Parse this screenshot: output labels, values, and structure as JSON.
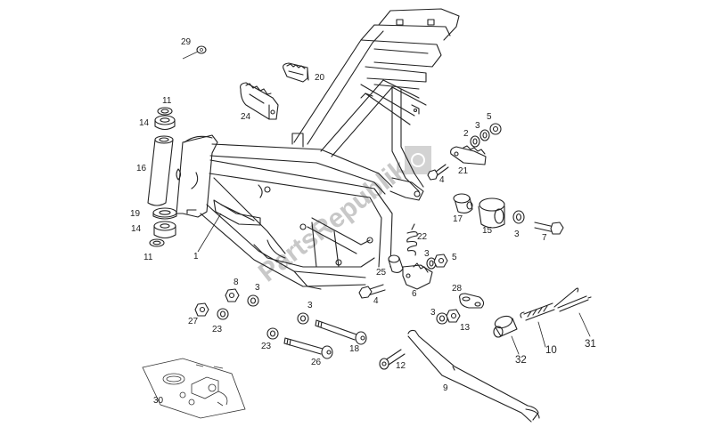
{
  "diagram": {
    "title": "Frame exploded view",
    "watermark": "PartsRepublik",
    "callouts": [
      {
        "id": "c29",
        "text": "29",
        "part": "fastener-clip"
      },
      {
        "id": "c20",
        "text": "20",
        "part": "footpeg-right"
      },
      {
        "id": "c24",
        "text": "24",
        "part": "footpeg-left"
      },
      {
        "id": "c11a",
        "text": "11",
        "part": "steering-bearing-seal-top"
      },
      {
        "id": "c14a",
        "text": "14",
        "part": "steering-bearing-top"
      },
      {
        "id": "c16",
        "text": "16",
        "part": "steering-tube-bushing"
      },
      {
        "id": "c19",
        "text": "19",
        "part": "washer"
      },
      {
        "id": "c14b",
        "text": "14",
        "part": "steering-bearing-bottom"
      },
      {
        "id": "c11b",
        "text": "11",
        "part": "steering-bearing-seal-bottom"
      },
      {
        "id": "c1",
        "text": "1",
        "part": "frame"
      },
      {
        "id": "c5a",
        "text": "5",
        "part": "nut"
      },
      {
        "id": "c3a",
        "text": "3",
        "part": "washer"
      },
      {
        "id": "c2",
        "text": "2",
        "part": "spacer"
      },
      {
        "id": "c4a",
        "text": "4",
        "part": "bolt"
      },
      {
        "id": "c21",
        "text": "21",
        "part": "passenger-footpeg"
      },
      {
        "id": "c17",
        "text": "17",
        "part": "bushing"
      },
      {
        "id": "c15",
        "text": "15",
        "part": "spacer-bush"
      },
      {
        "id": "c3b",
        "text": "3",
        "part": "washer"
      },
      {
        "id": "c7",
        "text": "7",
        "part": "bolt"
      },
      {
        "id": "c22",
        "text": "22",
        "part": "spring"
      },
      {
        "id": "c3c",
        "text": "3",
        "part": "washer"
      },
      {
        "id": "c5b",
        "text": "5",
        "part": "nut"
      },
      {
        "id": "c25",
        "text": "25",
        "part": "bushing"
      },
      {
        "id": "c6",
        "text": "6",
        "part": "footpeg"
      },
      {
        "id": "c4b",
        "text": "4",
        "part": "bolt"
      },
      {
        "id": "c28",
        "text": "28",
        "part": "plate"
      },
      {
        "id": "c3d",
        "text": "3",
        "part": "washer"
      },
      {
        "id": "c13",
        "text": "13",
        "part": "nut"
      },
      {
        "id": "c8",
        "text": "8",
        "part": "nut"
      },
      {
        "id": "c3e",
        "text": "3",
        "part": "washer"
      },
      {
        "id": "c27",
        "text": "27",
        "part": "nut"
      },
      {
        "id": "c23a",
        "text": "23",
        "part": "washer"
      },
      {
        "id": "c3f",
        "text": "3",
        "part": "washer"
      },
      {
        "id": "c18",
        "text": "18",
        "part": "bolt"
      },
      {
        "id": "c23b",
        "text": "23",
        "part": "washer"
      },
      {
        "id": "c26",
        "text": "26",
        "part": "bolt"
      },
      {
        "id": "c12",
        "text": "12",
        "part": "bolt"
      },
      {
        "id": "c9",
        "text": "9",
        "part": "side-stand"
      },
      {
        "id": "c32",
        "text": "32",
        "part": "sleeve"
      },
      {
        "id": "c10",
        "text": "10",
        "part": "stand-spring"
      },
      {
        "id": "c31",
        "text": "31",
        "part": "pin"
      },
      {
        "id": "c30",
        "text": "30",
        "part": "hardware-kit"
      }
    ]
  }
}
